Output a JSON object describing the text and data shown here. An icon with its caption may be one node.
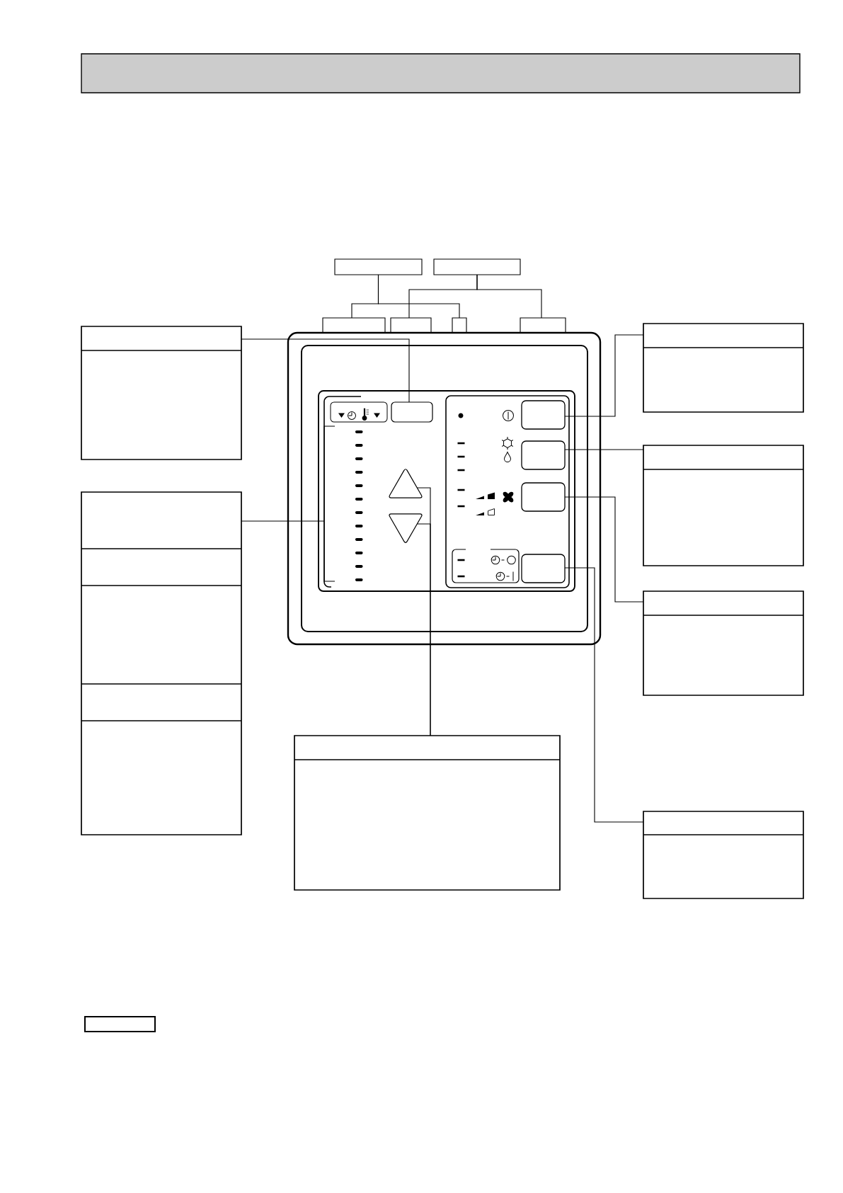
{
  "diagram": {
    "nodes": [
      {
        "text": [],
        "shape": "box"
      },
      {
        "text": [],
        "shape": "box"
      },
      {
        "text": [],
        "shape": "box"
      },
      {
        "text": [],
        "shape": "box"
      },
      {
        "text": [],
        "shape": "box"
      },
      {
        "text": [],
        "shape": "box"
      },
      {
        "text": [],
        "shape": "box"
      },
      {
        "text": [],
        "shape": "box"
      },
      {
        "text": [],
        "shape": "box"
      },
      {
        "text": [],
        "shape": "picture"
      },
      {
        "text": [],
        "shape": "box",
        "in": 9
      },
      {
        "text": [],
        "shape": "bar",
        "in": 9
      },
      {
        "text": [],
        "shape": "triangle",
        "in": 9
      },
      {
        "text": [],
        "shape": "triangle",
        "in": 9
      },
      {
        "text": [],
        "shape": "box",
        "in": 9
      },
      {
        "text": [],
        "shape": "box",
        "in": 9
      },
      {
        "text": [],
        "shape": "box",
        "in": 9
      },
      {
        "text": [],
        "shape": "box",
        "in": 9
      },
      {
        "text": [],
        "shape": "box"
      },
      {
        "text": [],
        "shape": "box"
      },
      {
        "text": [],
        "shape": "box"
      },
      {
        "text": [],
        "shape": "box"
      },
      {
        "text": [],
        "shape": "box"
      },
      {
        "text": [],
        "shape": "box"
      }
    ],
    "edges": [
      {
        "from": 1,
        "to": 3,
        "arrow": "none"
      },
      {
        "from": 1,
        "to": 5,
        "arrow": "none"
      },
      {
        "from": 2,
        "to": 4,
        "arrow": "none"
      },
      {
        "from": 2,
        "to": 6,
        "arrow": "none"
      },
      {
        "from": 7,
        "to": 10,
        "arrow": "none"
      },
      {
        "from": 8,
        "to": 14,
        "arrow": "none"
      },
      {
        "from": 18,
        "to": 15,
        "arrow": "none"
      },
      {
        "from": 20,
        "to": 16,
        "arrow": "none"
      },
      {
        "from": 22,
        "to": 17,
        "arrow": "none"
      },
      {
        "from": 19,
        "to": 11,
        "arrow": "none"
      },
      {
        "from": 21,
        "to": 12,
        "arrow": "none"
      },
      {
        "from": 21,
        "to": 13,
        "arrow": "none"
      }
    ]
  }
}
